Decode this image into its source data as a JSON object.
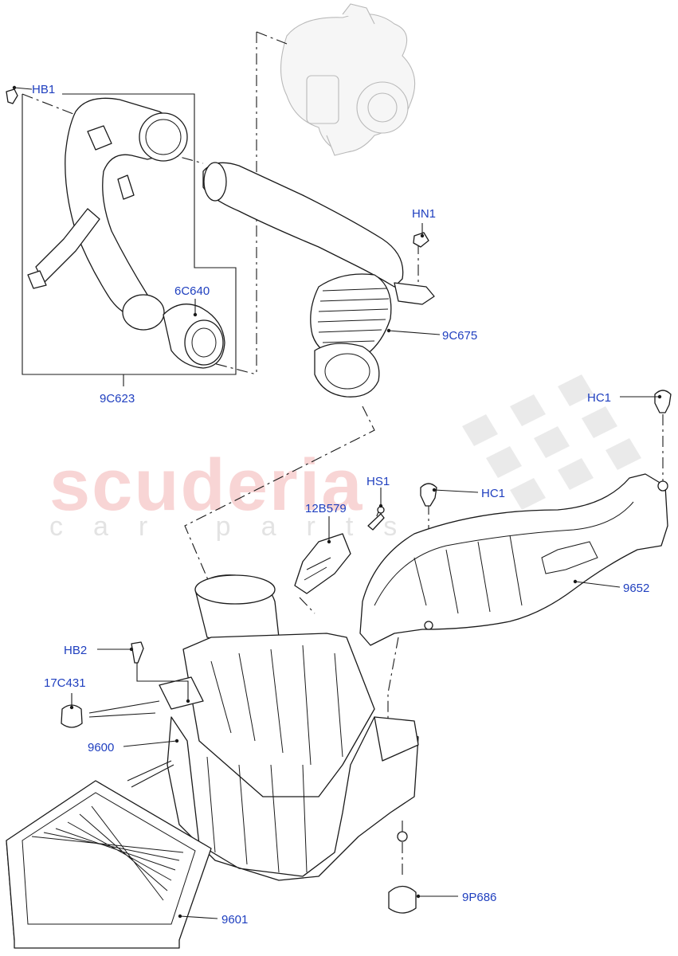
{
  "watermark": {
    "brand": "scuderia",
    "sub": "car parts"
  },
  "callouts": {
    "hb1": "HB1",
    "p6c640": "6C640",
    "p9c623": "9C623",
    "hn1": "HN1",
    "p9c675": "9C675",
    "hc1_top": "HC1",
    "hc1_mid": "HC1",
    "hs1": "HS1",
    "p12b579": "12B579",
    "p9652": "9652",
    "hb2": "HB2",
    "p17c431": "17C431",
    "p9600": "9600",
    "p9601": "9601",
    "p9p686": "9P686"
  },
  "colors": {
    "callout_text": "#1f3fbf",
    "line_art": "#1a1a1a",
    "watermark": "#f3b4b4"
  }
}
